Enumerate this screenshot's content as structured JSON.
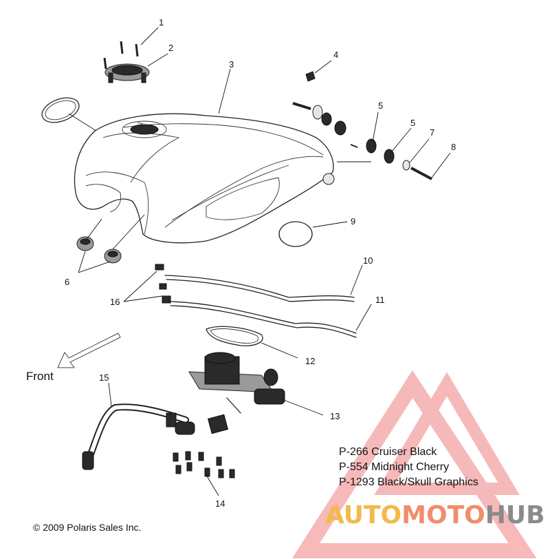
{
  "callouts": [
    "1",
    "2",
    "3",
    "4",
    "5",
    "5",
    "6",
    "7",
    "8",
    "9",
    "10",
    "11",
    "12",
    "13",
    "14",
    "15",
    "16"
  ],
  "front_label": "Front",
  "color_options": [
    "P-266  Cruiser Black",
    "P-554  Midnight Cherry",
    "P-1293 Black/Skull Graphics"
  ],
  "copyright": "© 2009 Polaris Sales Inc.",
  "watermark": {
    "part1": "AUTO",
    "part2": "MOTO",
    "part3": "HUB",
    "colors": {
      "part1": "#f3b94b",
      "part2": "#f08d6d",
      "part3": "#8b8b8b",
      "triangle": "#f08080"
    }
  }
}
